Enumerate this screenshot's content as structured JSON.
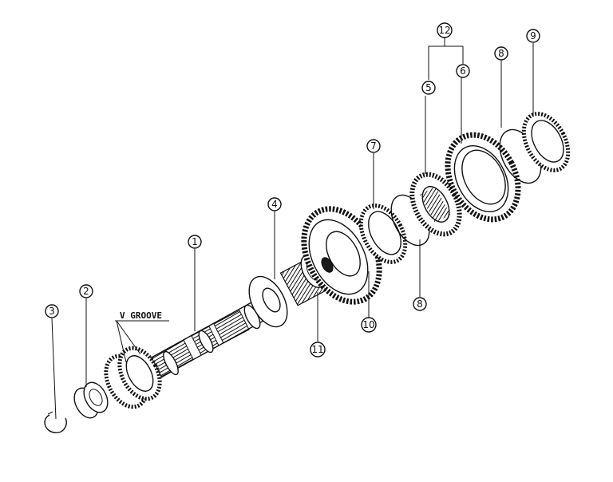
{
  "labels": {
    "v_groove": "V GROOVE"
  },
  "callouts": {
    "c1": "1",
    "c2": "2",
    "c3": "3",
    "c4": "4",
    "c5": "5",
    "c6": "6",
    "c7": "7",
    "c8a": "8",
    "c8b": "8",
    "c9": "9",
    "c10": "10",
    "c11": "11",
    "c12": "12"
  }
}
